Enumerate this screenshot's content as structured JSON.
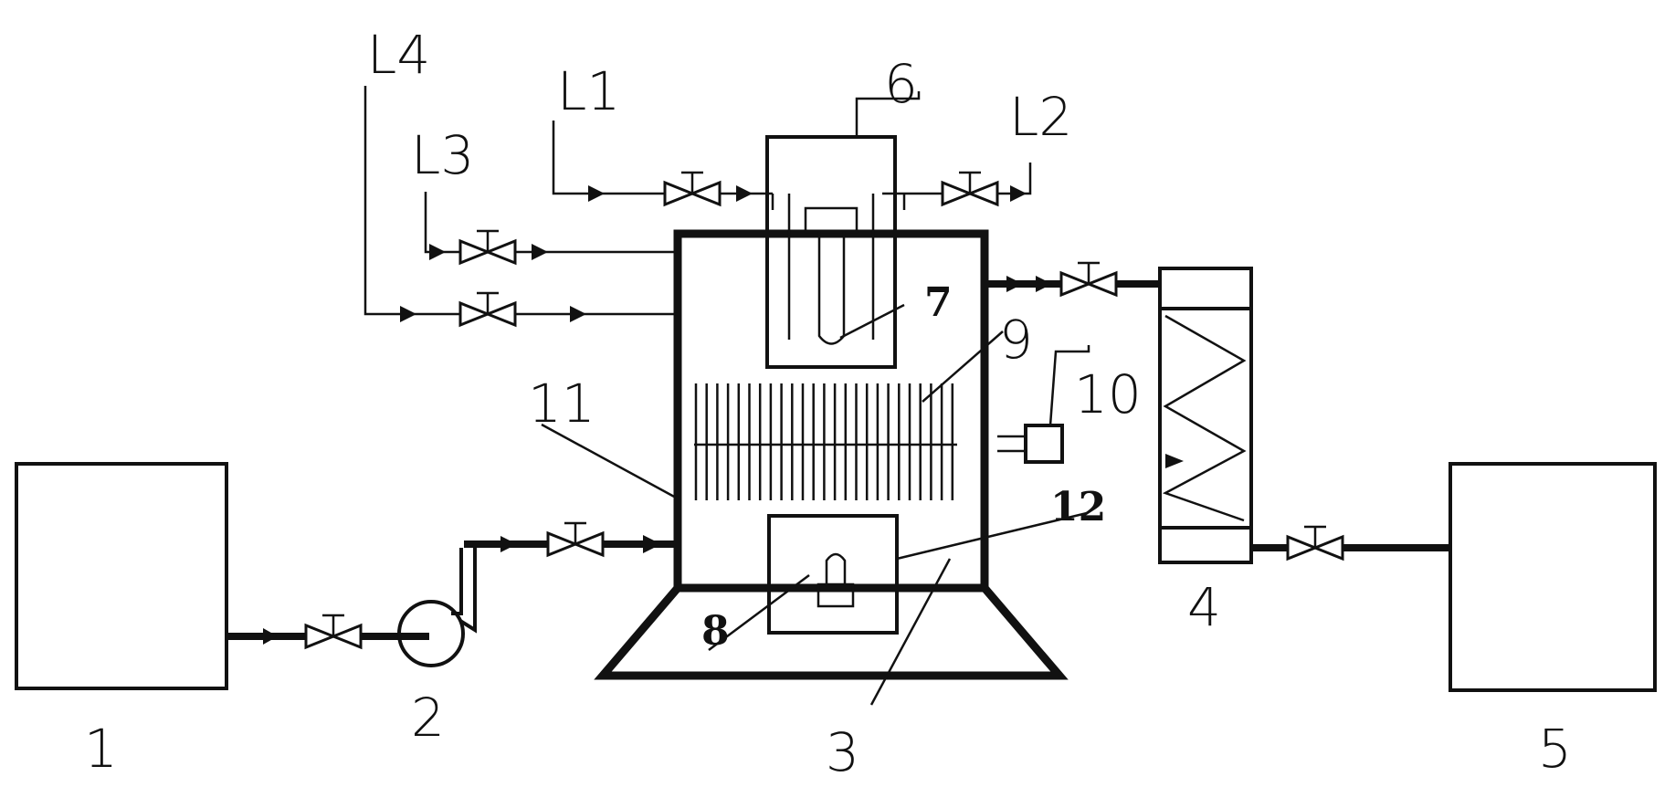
{
  "labels": {
    "n1": "1",
    "n2": "2",
    "n3": "3",
    "n4": "4",
    "n5": "5",
    "n6": "6",
    "n7": "7",
    "n8": "8",
    "n9": "9",
    "n10": "10",
    "n11": "11",
    "n12": "12",
    "L1": "L1",
    "L2": "L2",
    "L3": "L3",
    "L4": "L4"
  }
}
